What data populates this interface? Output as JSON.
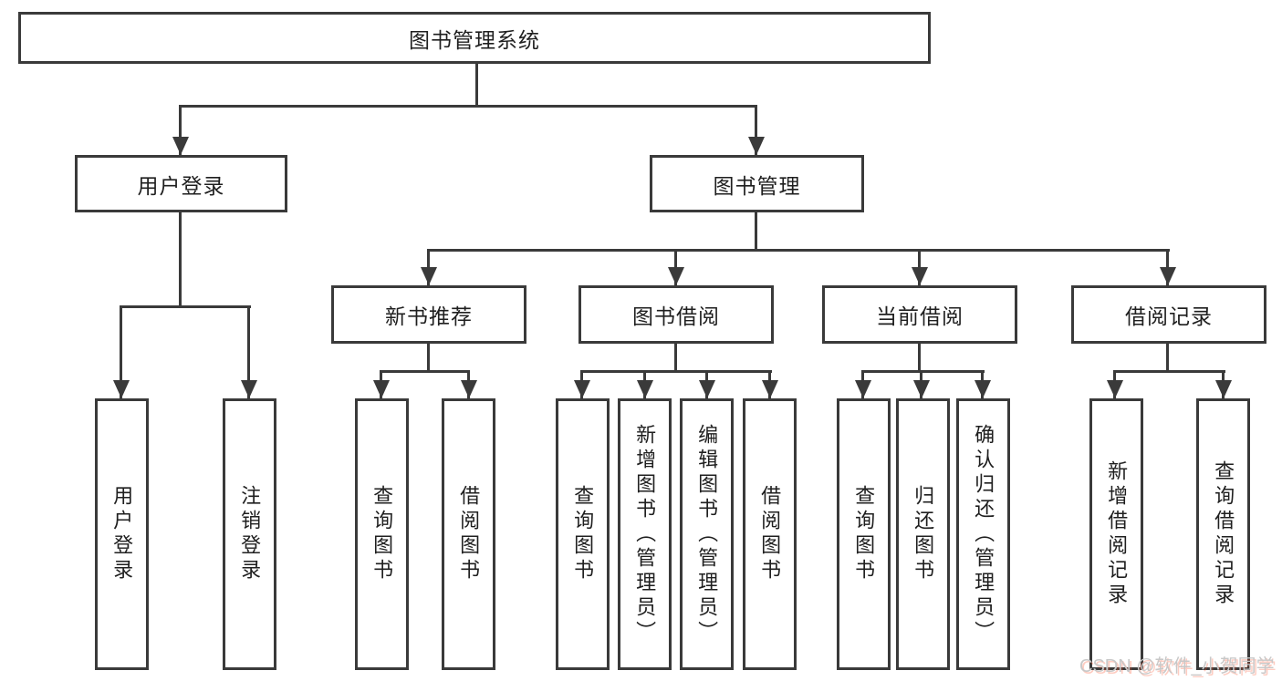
{
  "tree": {
    "label": "图书管理系统",
    "children": [
      {
        "label": "用户登录",
        "children": [
          {
            "label": "用户登录"
          },
          {
            "label": "注销登录"
          }
        ]
      },
      {
        "label": "图书管理",
        "children": [
          {
            "label": "新书推荐",
            "children": [
              {
                "label": "查询图书"
              },
              {
                "label": "借阅图书"
              }
            ]
          },
          {
            "label": "图书借阅",
            "children": [
              {
                "label": "查询图书"
              },
              {
                "label": "新增图书（管理员）"
              },
              {
                "label": "编辑图书（管理员）"
              },
              {
                "label": "借阅图书"
              }
            ]
          },
          {
            "label": "当前借阅",
            "children": [
              {
                "label": "查询图书"
              },
              {
                "label": "归还图书"
              },
              {
                "label": "确认归还（管理员）"
              }
            ]
          },
          {
            "label": "借阅记录",
            "children": [
              {
                "label": "新增借阅记录"
              },
              {
                "label": "查询借阅记录"
              }
            ]
          }
        ]
      }
    ]
  },
  "watermark": {
    "text": "CSDN @软件_小贺同学"
  },
  "colors": {
    "line": "#3a3a3a",
    "text": "#1f1f1f",
    "background": "#ffffff",
    "watermark_gray": "#c8c8c8",
    "watermark_red": "#fc5531"
  }
}
